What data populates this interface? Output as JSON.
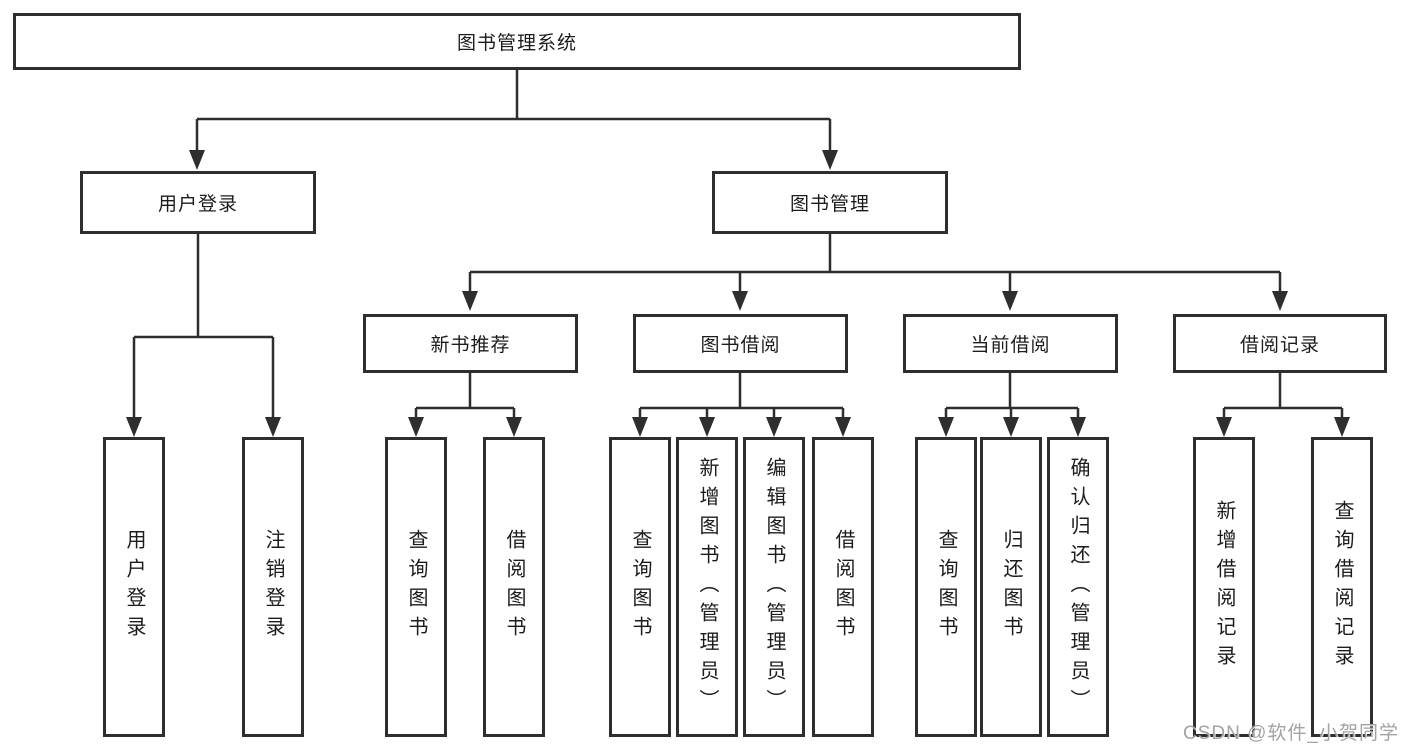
{
  "colors": {
    "line": "#2e2e2e",
    "box_border": "#2e2e2e",
    "text": "#1c1c1c",
    "background": "#ffffff",
    "watermark": "#a3a3a3"
  },
  "nodes": {
    "root": "图书管理系统",
    "user_login": "用户登录",
    "book_mgmt": "图书管理",
    "ul_login": "用户登录",
    "ul_logout": "注销登录",
    "new_book": "新书推荐",
    "book_borrow": "图书借阅",
    "current_borrow": "当前借阅",
    "borrow_record": "借阅记录",
    "nb_query": "查询图书",
    "nb_borrow": "借阅图书",
    "bb_query": "查询图书",
    "bb_add": "新增图书（管理员）",
    "bb_edit": "编辑图书（管理员）",
    "bb_borrow": "借阅图书",
    "cb_query": "查询图书",
    "cb_return": "归还图书",
    "cb_confirm": "确认归还（管理员）",
    "br_add": "新增借阅记录",
    "br_query": "查询借阅记录"
  },
  "hierarchy": {
    "图书管理系统": {
      "用户登录": [
        "用户登录",
        "注销登录"
      ],
      "图书管理": {
        "新书推荐": [
          "查询图书",
          "借阅图书"
        ],
        "图书借阅": [
          "查询图书",
          "新增图书（管理员）",
          "编辑图书（管理员）",
          "借阅图书"
        ],
        "当前借阅": [
          "查询图书",
          "归还图书",
          "确认归还（管理员）"
        ],
        "借阅记录": [
          "新增借阅记录",
          "查询借阅记录"
        ]
      }
    }
  },
  "watermark": "CSDN @软件_小贺同学"
}
